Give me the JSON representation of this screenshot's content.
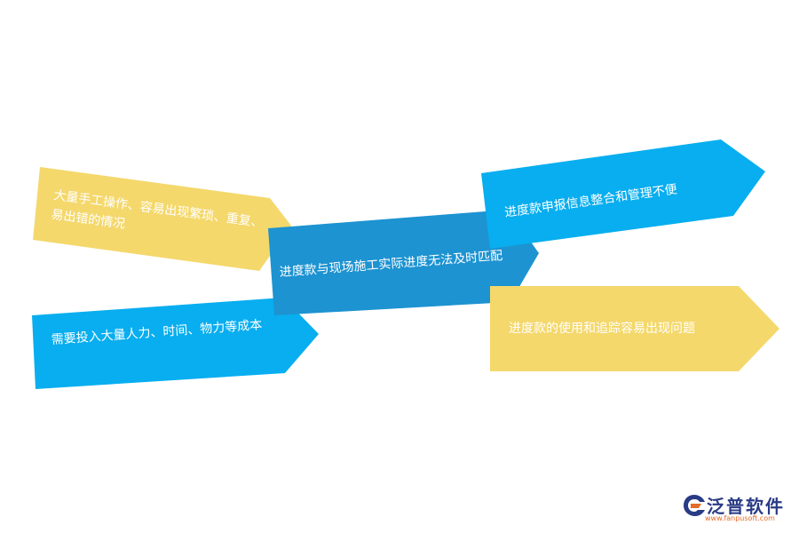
{
  "colors": {
    "yellow": "#F4D86C",
    "light_blue": "#08AEEF",
    "mid_blue": "#1D93D1",
    "text": "#FFFFFF",
    "logo_blue": "#2A3B86",
    "logo_orange": "#E46B2A"
  },
  "cards": {
    "left_top": "大量手工操作、容易出现繁琐、重复、易出错的情况",
    "left_bottom": "需要投入大量人力、时间、物力等成本",
    "center": "进度款与现场施工实际进度无法及时匹配",
    "right_top": "进度款申报信息整合和管理不便",
    "right_bottom": "进度款的使用和追踪容易出现问题"
  },
  "logo": {
    "name": "泛普软件",
    "url": "www.fanpusoft.com",
    "icon": "fanpu-logo-icon"
  }
}
